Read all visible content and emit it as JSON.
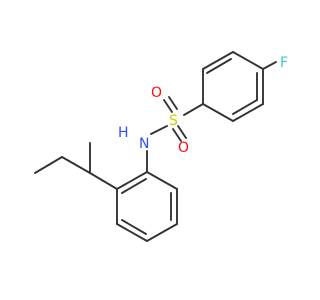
{
  "molecule": {
    "atoms": {
      "F": {
        "text": "F",
        "color": "#33cccc"
      },
      "S": {
        "text": "S",
        "color": "#cccc00"
      },
      "O1": {
        "text": "O",
        "color": "#ff0d0d"
      },
      "O2": {
        "text": "O",
        "color": "#ff0d0d"
      },
      "N": {
        "text": "N",
        "color": "#3050f8"
      },
      "H": {
        "text": "H",
        "color": "#3050f8"
      }
    },
    "bond_color": "#333333",
    "background": "#ffffff"
  }
}
